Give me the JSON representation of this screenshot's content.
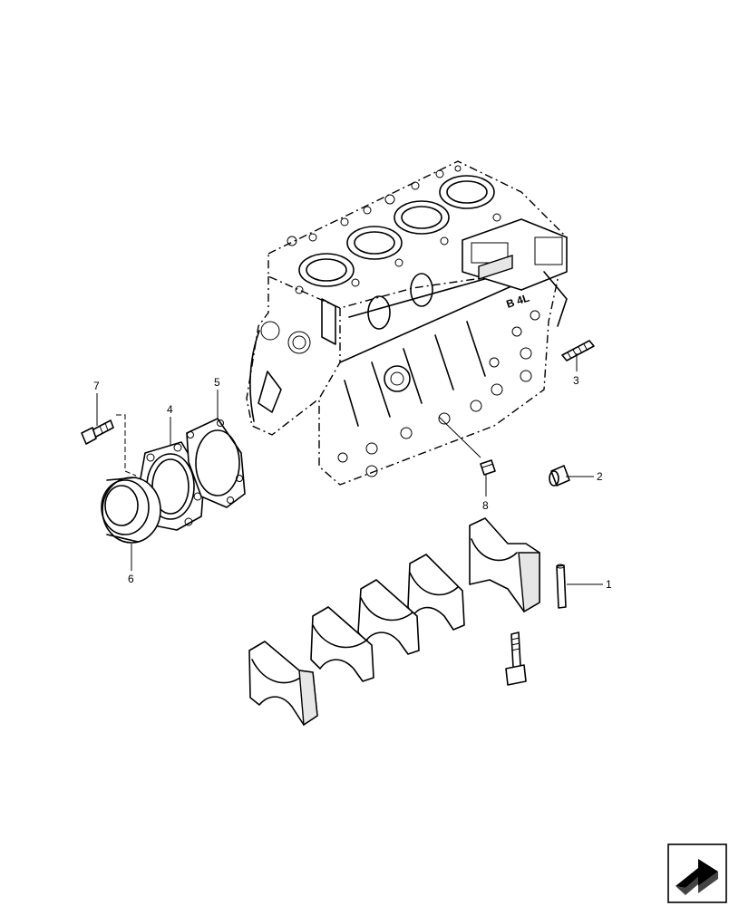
{
  "callouts": [
    {
      "id": "1",
      "label": "1"
    },
    {
      "id": "2",
      "label": "2"
    },
    {
      "id": "3",
      "label": "3"
    },
    {
      "id": "4",
      "label": "4"
    },
    {
      "id": "5",
      "label": "5"
    },
    {
      "id": "6",
      "label": "6"
    },
    {
      "id": "7",
      "label": "7"
    },
    {
      "id": "8",
      "label": "8"
    }
  ],
  "block_marking": "B 4L",
  "nav_icon": "next-page-arrow-icon",
  "colors": {
    "line": "#000000",
    "background": "#ffffff",
    "shade": "#e6e6e6"
  }
}
